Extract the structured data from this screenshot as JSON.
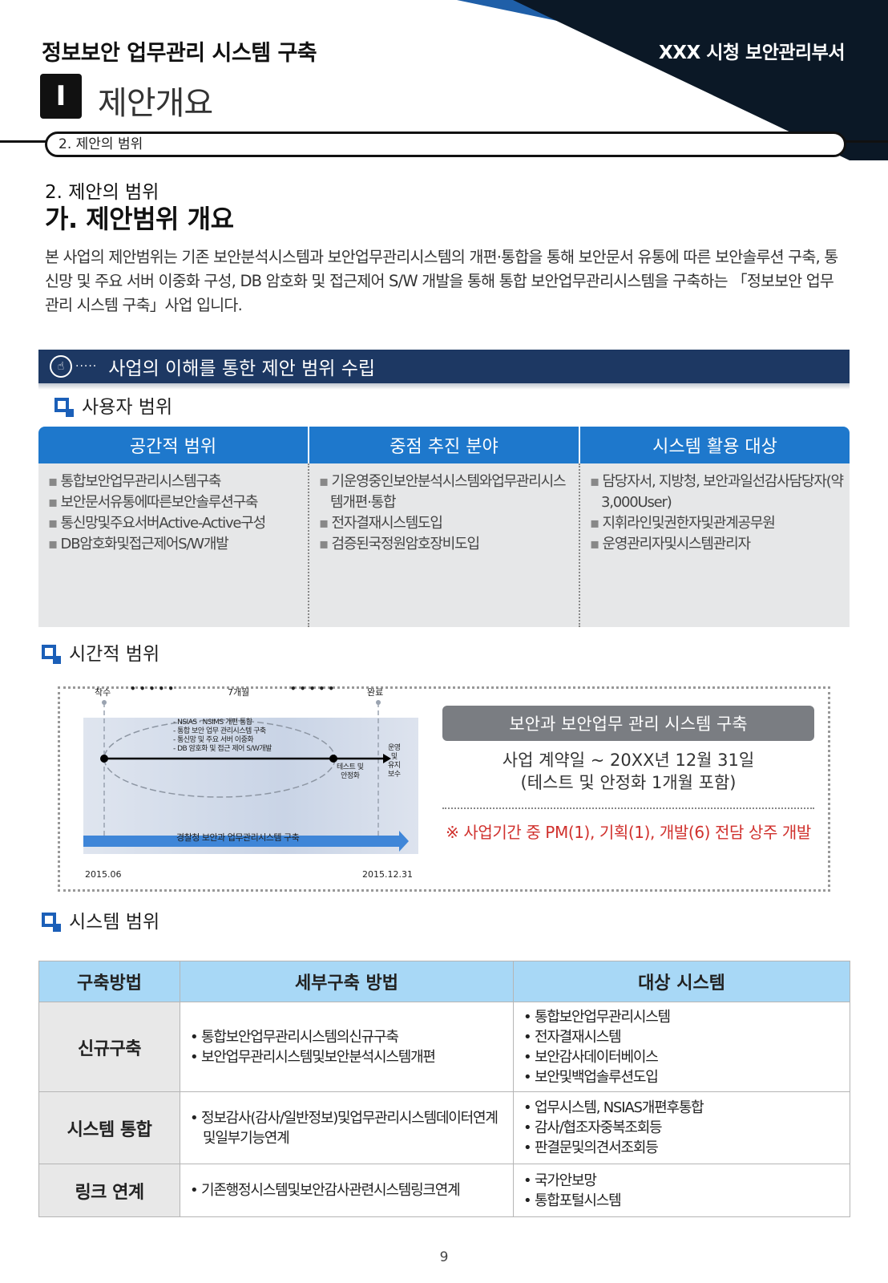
{
  "header": {
    "doc_title": "정보보안 업무관리 시스템 구축",
    "department": "XXX 시청 보안관리부서",
    "section_number": "I",
    "section_title": "제안개요",
    "breadcrumb": "2. 제안의 범위"
  },
  "content": {
    "heading_small": "2. 제안의 범위",
    "heading_large": "가. 제안범위 개요",
    "intro": "본 사업의 제안범위는 기존 보안분석시스템과 보안업무관리시스템의 개편·통합을 통해 보안문서 유통에 따른 보안솔루션 구축, 통신망 및 주요 서버 이중화 구성, DB 암호화 및 접근제어 S/W 개발을 통해 통합 보안업무관리시스템을 구축하는 「정보보안 업무관리 시스템 구축」사업 입니다."
  },
  "banner": {
    "title": "사업의 이해를 통한 제안 범위 수립",
    "dots": "·····"
  },
  "user_scope": {
    "title": "사용자 범위",
    "columns": [
      {
        "header": "공간적 범위",
        "items": [
          "통합보안업무관리시스템구축",
          "보안문서유통에따른보안솔루션구축",
          "통신망및주요서버Active-Active구성",
          "DB암호화및접근제어S/W개발"
        ]
      },
      {
        "header": "중점 추진 분야",
        "items": [
          "기운영중인보안분석시스템와업무관리시스템개편·통합",
          "전자결재시스템도입",
          "검증된국정원암호장비도입"
        ]
      },
      {
        "header": "시스템 활용 대상",
        "items": [
          "담당자서, 지방청, 보안과일선감사담당자(약3,000User)",
          "지휘라인및권한자및관계공무원",
          "운영관리자및시스템관리자"
        ]
      }
    ]
  },
  "time_scope": {
    "title": "시간적 범위",
    "diagram": {
      "start_label": "착수",
      "mid_label": "7개월",
      "end_label": "완료",
      "dots": "• • • • •",
      "tasks": [
        "- NSIAS · NSIMS 개편 통합",
        "- 통합 보안 업무 관리시스템 구축",
        "- 통신망 및 주요 서버 이중화",
        "- DB 암호화 및 접근 제어 S/W개발"
      ],
      "test_label_1": "테스트 및",
      "test_label_2": "안정화",
      "ops_label_1": "운영",
      "ops_label_2": "및",
      "ops_label_3": "유지",
      "ops_label_4": "보수",
      "project_label": "경찰청 보안과 업무관리시스템 구축",
      "start_date": "2015.06",
      "end_date": "2015.12.31"
    },
    "plan_title": "보안과 보안업무 관리 시스템 구축",
    "plan_line1": "사업 계약일 ~ 20XX년 12월 31일",
    "plan_line2": "(테스트 및 안정화 1개월 포함)",
    "plan_note": "※ 사업기간 중 PM(1), 기획(1), 개발(6) 전담 상주 개발"
  },
  "system_scope": {
    "title": "시스템 범위",
    "headers": [
      "구축방법",
      "세부구축 방법",
      "대상 시스템"
    ],
    "rows": [
      {
        "method": "신규구축",
        "details": [
          "통합보안업무관리시스템의신규구축",
          "보안업무관리시스템및보안분석시스템개편"
        ],
        "targets": [
          "통합보안업무관리시스템",
          "전자결재시스템",
          "보안감사데이터베이스",
          "보안및백업솔루션도입"
        ]
      },
      {
        "method": "시스템 통합",
        "details": [
          "정보감사(감사/일반정보)및업무관리시스템데이터연계및일부기능연계"
        ],
        "targets": [
          "업무시스템, NSIAS개편후통합",
          "감사/협조자중복조회등",
          "판결문및의견서조회등"
        ]
      },
      {
        "method": "링크 연계",
        "details": [
          "기존행정시스템및보안감사관련시스템링크연계"
        ],
        "targets": [
          "국가안보망",
          "통합포털시스템"
        ]
      }
    ]
  },
  "page_number": "9",
  "colors": {
    "navy": "#1d3863",
    "blue": "#1e78cc",
    "table_head": "#a8d8f6",
    "note_red": "#d0312d"
  }
}
